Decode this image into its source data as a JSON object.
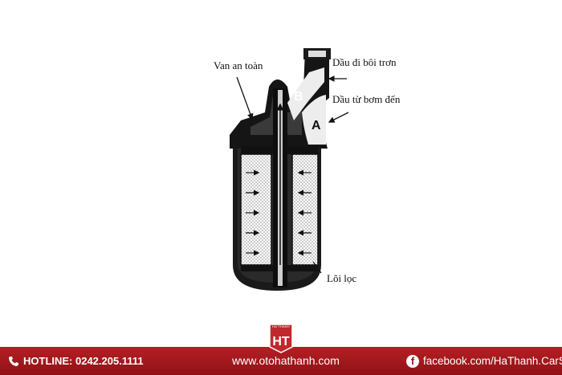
{
  "labels": {
    "safety_valve": "Van an toàn",
    "oil_out": "Dầu đi bôi trơn",
    "oil_in": "Dầu từ bơm đến",
    "filter_core": "Lõi lọc",
    "mark_a": "A",
    "mark_b": "B"
  },
  "footer": {
    "hotline": "HOTLINE: 0242.205.1111",
    "website": "www.otohathanh.com",
    "facebook": "facebook.com/HaThanh.CarSpa",
    "icons": [
      "phone-icon",
      "facebook-icon"
    ],
    "accent": "#a3191d"
  },
  "logo": {
    "top_text": "HA THANH",
    "letters": "HT"
  }
}
